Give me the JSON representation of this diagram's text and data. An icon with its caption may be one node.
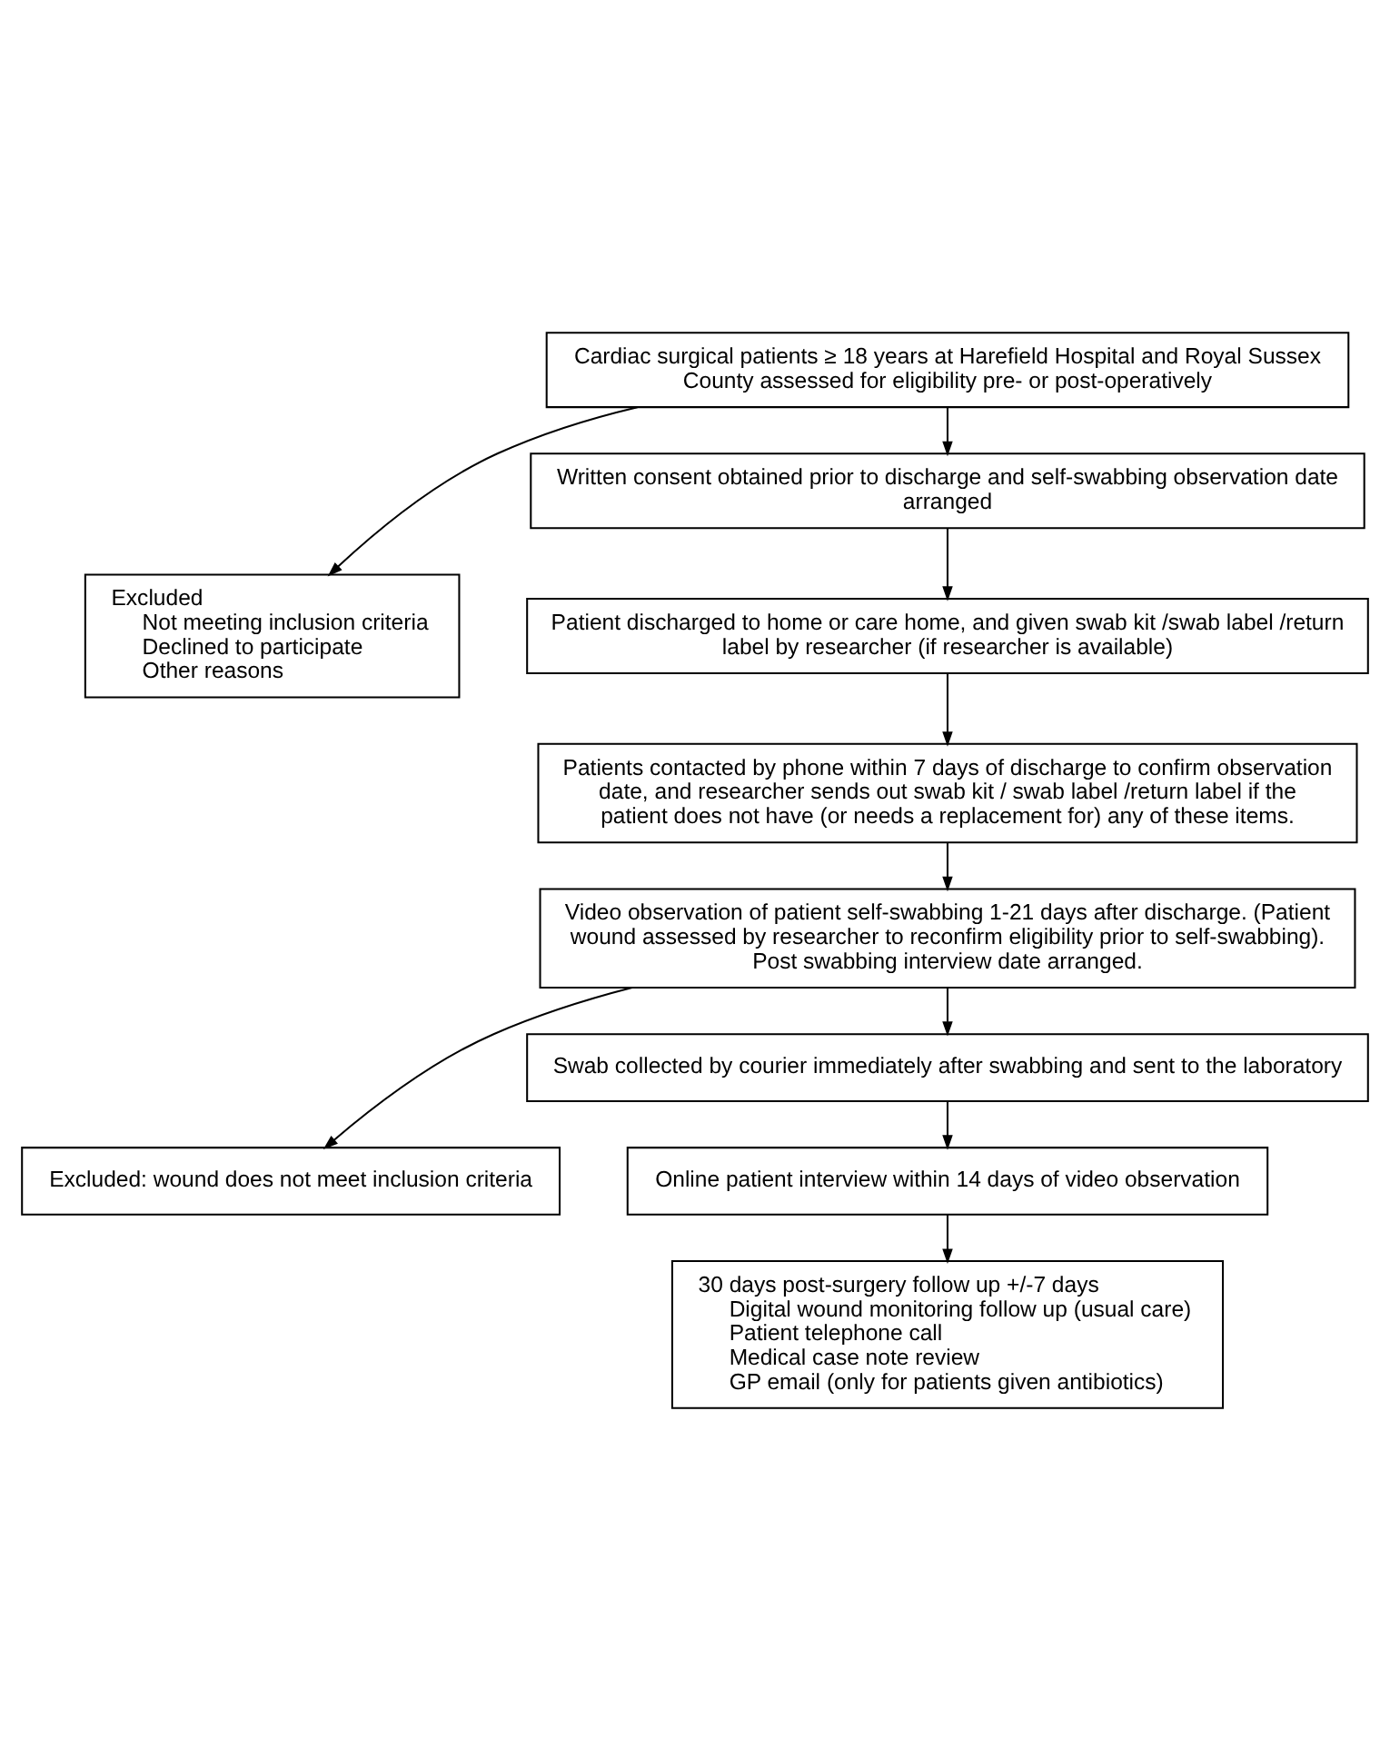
{
  "diagram": {
    "nodes": [
      {
        "text": [
          "Cardiac surgical patients ≥ 18 years at Harefield Hospital and Royal Sussex County assessed for eligibility pre- or post-operatively"
        ]
      },
      {
        "text": [
          "Excluded",
          "Not meeting inclusion criteria",
          "Declined to participate",
          "Other reasons"
        ]
      },
      {
        "text": [
          "Written consent obtained prior to discharge and self-swabbing observation date arranged"
        ]
      },
      {
        "text": [
          "Patient discharged to home or care home, and given swab kit /swab label /return label by researcher (if researcher is available)"
        ]
      },
      {
        "text": [
          "Patients contacted by phone within 7 days of discharge to confirm observation date, and researcher sends out swab kit / swab label /return label if the patient does not have (or needs a replacement for) any of these items."
        ]
      },
      {
        "text": [
          "Video observation of patient self-swabbing 1-21 days after discharge. (Patient wound assessed by researcher to reconfirm eligibility prior to self-swabbing). Post swabbing interview date arranged."
        ]
      },
      {
        "text": [
          "Excluded: wound does not meet inclusion criteria"
        ]
      },
      {
        "text": [
          "Swab collected by courier immediately after swabbing and sent to the laboratory"
        ]
      },
      {
        "text": [
          "Online patient interview within 14 days of video observation"
        ]
      },
      {
        "text": [
          "30 days post-surgery follow up +/-7 days",
          "Digital wound monitoring follow up (usual care)",
          "Patient telephone call",
          "Medical case note review",
          "GP email (only for patients given antibiotics)"
        ]
      }
    ],
    "edges": [
      {
        "from": 0,
        "to": 2,
        "arrow": "to"
      },
      {
        "from": 0,
        "to": 1,
        "arrow": "to"
      },
      {
        "from": 2,
        "to": 3,
        "arrow": "to"
      },
      {
        "from": 3,
        "to": 4,
        "arrow": "to"
      },
      {
        "from": 4,
        "to": 5,
        "arrow": "to"
      },
      {
        "from": 5,
        "to": 7,
        "arrow": "to"
      },
      {
        "from": 5,
        "to": 6,
        "arrow": "to"
      },
      {
        "from": 7,
        "to": 8,
        "arrow": "to"
      },
      {
        "from": 8,
        "to": 9,
        "arrow": "to"
      }
    ]
  }
}
